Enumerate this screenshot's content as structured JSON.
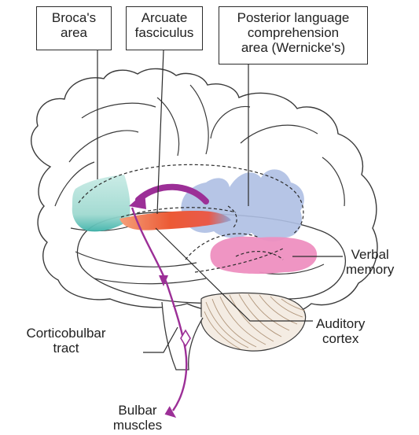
{
  "labels": {
    "broca": [
      "Broca's",
      "area"
    ],
    "arcuate": [
      "Arcuate",
      "fasciculus"
    ],
    "wernicke": [
      "Posterior language",
      "comprehension",
      "area (Wernicke's)"
    ],
    "verbal_memory": [
      "Verbal",
      "memory"
    ],
    "auditory_cortex": [
      "Auditory",
      "cortex"
    ],
    "corticobulbar": [
      "Corticobulbar",
      "tract"
    ],
    "bulbar": [
      "Bulbar",
      "muscles"
    ]
  },
  "colors": {
    "broca": "#9fd7cf",
    "wernicke": "#aebfe3",
    "verbal_memory": "#ee8fc0",
    "auditory_cortex": "#ef5b3a",
    "arrow": "#9c2f97",
    "outline": "#3a3a3a",
    "cerebellum": "#b0957a"
  }
}
